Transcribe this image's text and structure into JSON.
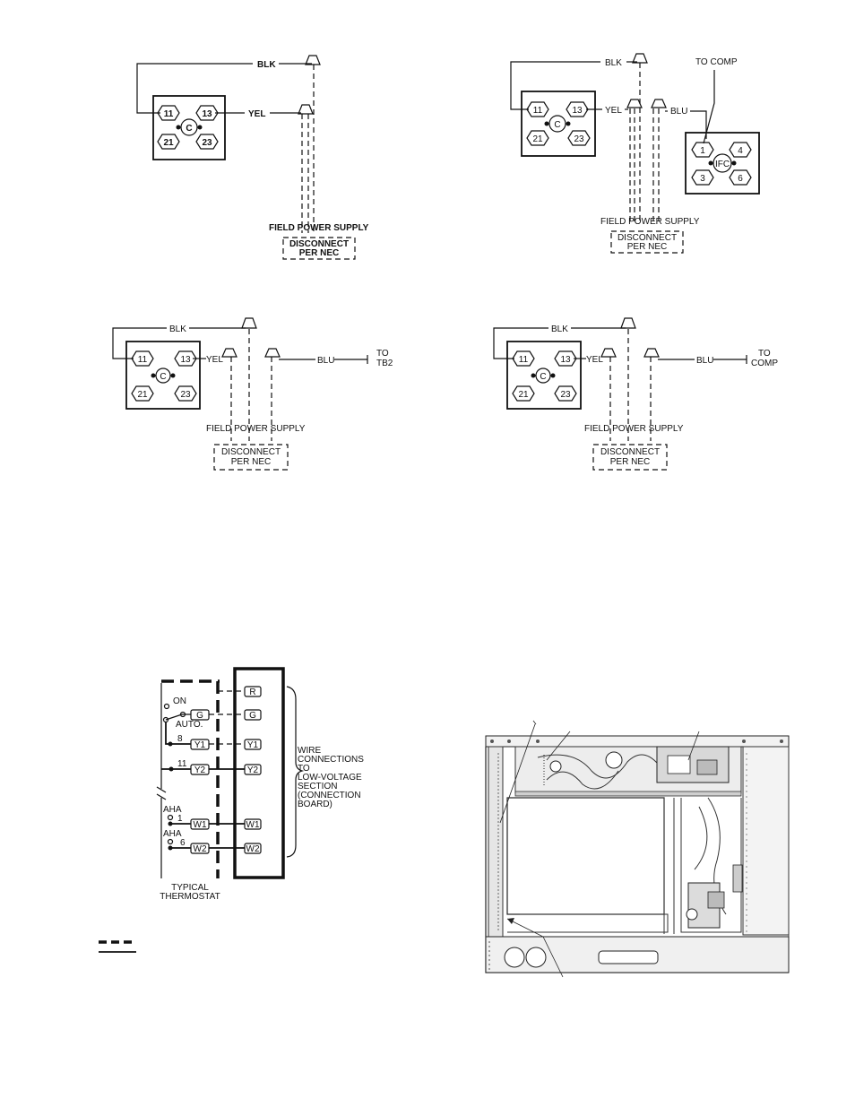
{
  "diagram1": {
    "wire_blk": "BLK",
    "wire_yel": "YEL",
    "terminals": [
      "11",
      "C",
      "13",
      "21",
      "23"
    ],
    "supply_label": "FIELD POWER SUPPLY",
    "disconnect_line1": "DISCONNECT",
    "disconnect_line2": "PER NEC"
  },
  "diagram2": {
    "wire_blk": "BLK",
    "wire_yel": "YEL",
    "wire_blu": "BLU",
    "to_comp": "TO COMP",
    "terminals": [
      "11",
      "C",
      "13",
      "21",
      "23"
    ],
    "ifc_terminals": [
      "1",
      "IFC",
      "4",
      "3",
      "6"
    ],
    "supply_label": "FIELD POWER SUPPLY",
    "disconnect_line1": "DISCONNECT",
    "disconnect_line2": "PER NEC"
  },
  "diagram3": {
    "wire_blk": "BLK",
    "wire_yel": "YEL",
    "wire_blu": "BLU",
    "to_line1": "TO",
    "to_line2": "TB2",
    "terminals": [
      "11",
      "C",
      "13",
      "21",
      "23"
    ],
    "supply_label": "FIELD POWER SUPPLY",
    "disconnect_line1": "DISCONNECT",
    "disconnect_line2": "PER NEC"
  },
  "diagram4": {
    "wire_blk": "BLK",
    "wire_yel": "YEL",
    "wire_blu": "BLU",
    "to_line1": "TO",
    "to_line2": "COMP",
    "terminals": [
      "11",
      "C",
      "13",
      "21",
      "23"
    ],
    "supply_label": "FIELD POWER SUPPLY",
    "disconnect_line1": "DISCONNECT",
    "disconnect_line2": "PER NEC"
  },
  "thermostat": {
    "on_label": "ON",
    "auto_label": "AUTO.",
    "num_8": "8",
    "num_11": "11",
    "aha1": "AHA",
    "num_1": "1",
    "aha2": "AHA",
    "num_6": "6",
    "left_terminals": [
      "G",
      "Y1",
      "Y2",
      "W1",
      "W2"
    ],
    "right_terminals": [
      "R",
      "G",
      "Y1",
      "Y2",
      "W1",
      "W2"
    ],
    "caption_line1": "TYPICAL",
    "caption_line2": "THERMOSTAT",
    "wire_conn_lines": [
      "WIRE",
      "CONNECTIONS",
      "TO",
      "LOW-VOLTAGE",
      "SECTION",
      "(CONNECTION",
      "BOARD)"
    ]
  }
}
